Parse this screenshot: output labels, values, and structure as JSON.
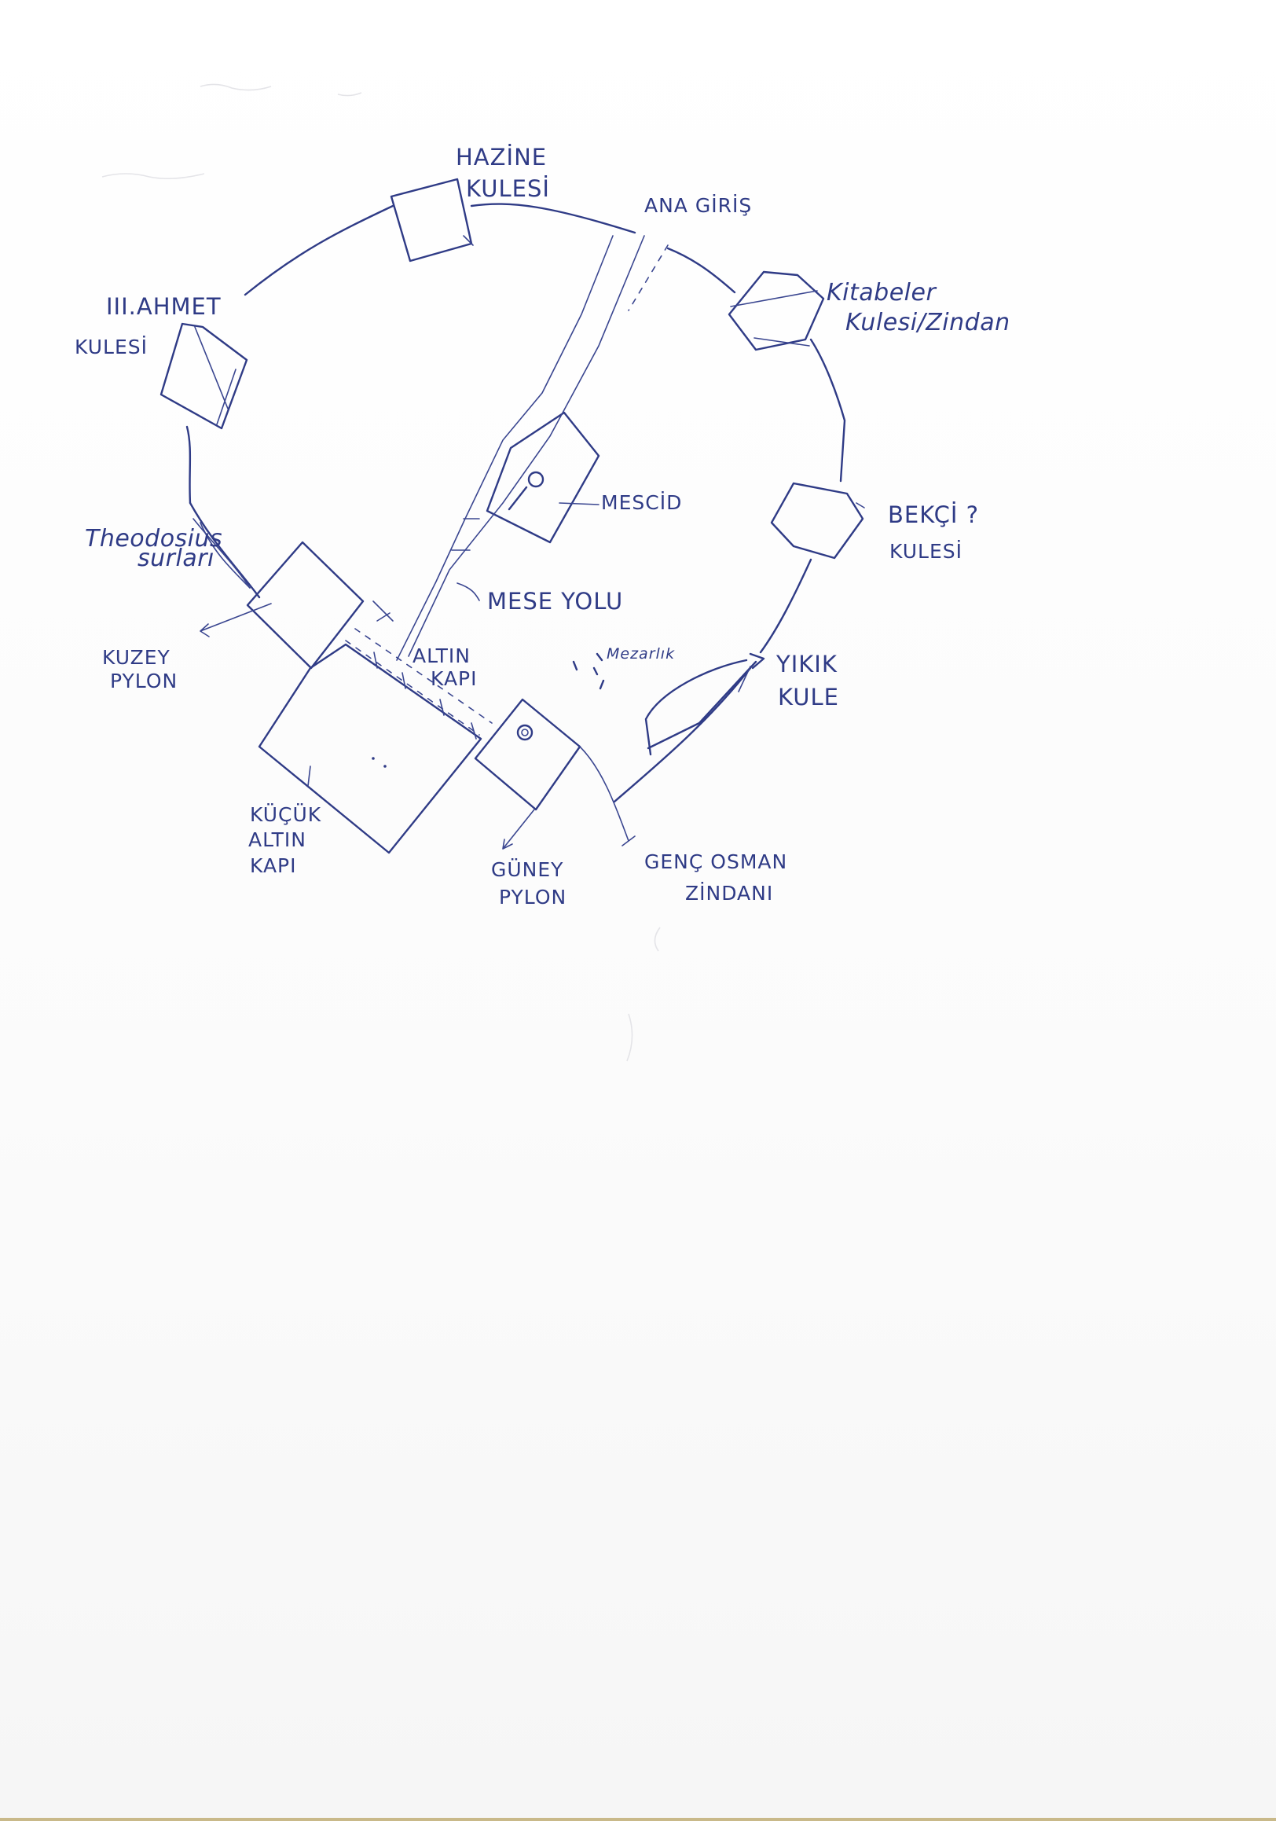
{
  "map": {
    "labels": {
      "hazine_1": "HAZİNE",
      "hazine_2": "KULESİ",
      "ana_giris": "ANA GİRİŞ",
      "kitabeler_1": "Kitabeler",
      "kitabeler_2": "Kulesi/Zindan",
      "ahmet_1": "III.AHMET",
      "ahmet_2": "KULESİ",
      "mescid": "MESCİD",
      "bekci_1": "BEKÇİ ?",
      "bekci_2": "KULESİ",
      "theodosius_1": "Theodosius",
      "theodosius_2": "surları",
      "mese_yolu": "MESE YOLU",
      "kuzey_1": "KUZEY",
      "kuzey_2": "PYLON",
      "altin_1": "ALTIN",
      "altin_2": "KAPI",
      "mezarlik": "Mezarlık",
      "yikik_1": "YIKIK",
      "yikik_2": "KULE",
      "kucuk_1": "KÜÇÜK",
      "kucuk_2": "ALTIN",
      "kucuk_3": "KAPI",
      "guney_1": "GÜNEY",
      "guney_2": "PYLON",
      "genc_1": "GENÇ OSMAN",
      "genc_2": "ZİNDANI"
    }
  }
}
